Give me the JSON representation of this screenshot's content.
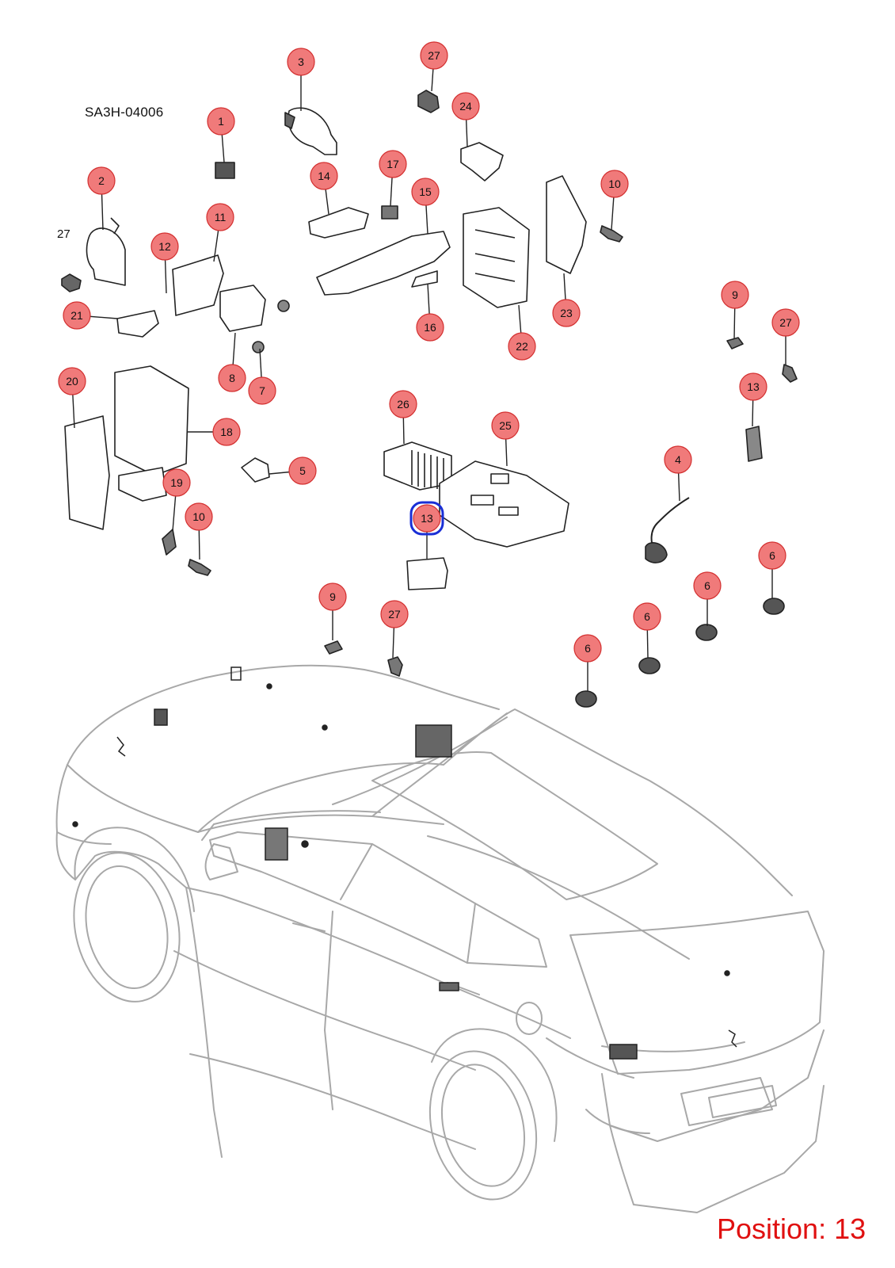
{
  "diagram_code": "SA3H-04006",
  "position_label": "Position: 13",
  "selected_callout": "13",
  "colors": {
    "callout_fill": "#f07a7a",
    "callout_stroke": "#d32f2f",
    "selected_stroke": "#1a2fd6",
    "position_text": "#e01010",
    "car_outline": "#9a9a9a"
  },
  "plain_callout": "27",
  "callouts": [
    "3",
    "27",
    "24",
    "1",
    "2",
    "14",
    "17",
    "15",
    "10",
    "11",
    "12",
    "21",
    "8",
    "7",
    "16",
    "22",
    "23",
    "9",
    "27",
    "20",
    "18",
    "26",
    "25",
    "13",
    "4",
    "5",
    "19",
    "10",
    "13",
    "6",
    "6",
    "6",
    "6",
    "9",
    "27"
  ]
}
